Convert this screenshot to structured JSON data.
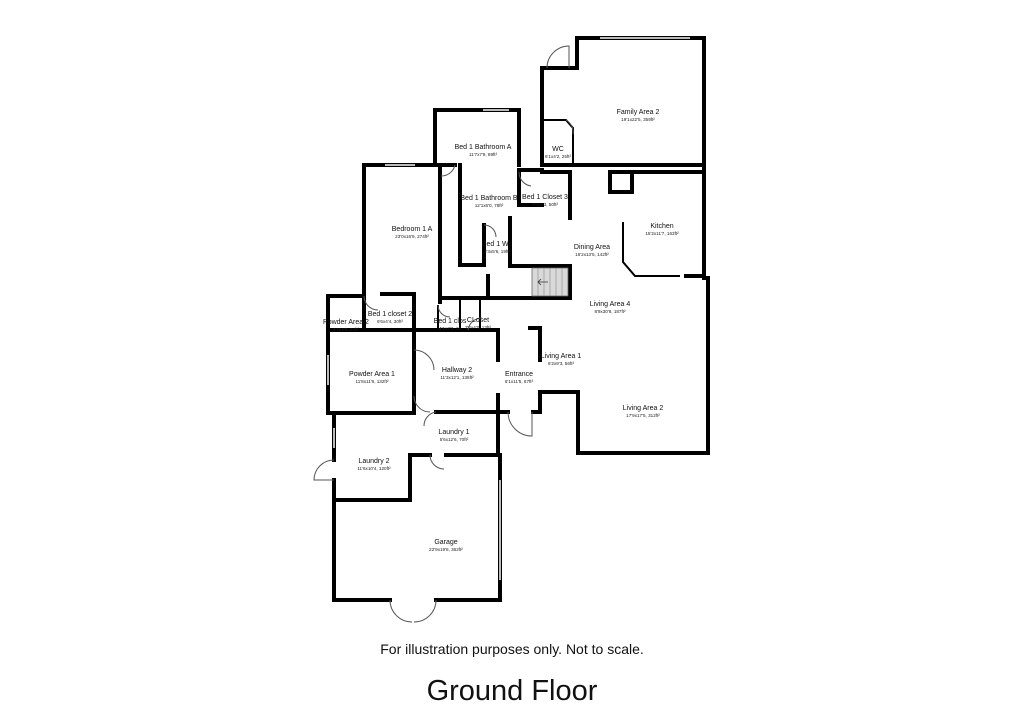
{
  "rooms": [
    {
      "name": "Family Area 2",
      "dims": "19'1x22'5, 359ft²"
    },
    {
      "name": "WC",
      "dims": "6'1x4'2, 25ft²"
    },
    {
      "name": "Bed 1 Bathroom A",
      "dims": "11'7x7'9, 89ft²"
    },
    {
      "name": "Bed 1 Bathroom B",
      "dims": "12'1x6'0, 78ft²"
    },
    {
      "name": "Bed 1 Closet 3",
      "dims": "7'0x7'3, 50ft²"
    },
    {
      "name": "Bedroom 1 A",
      "dims": "23'0x16'9, 274ft²"
    },
    {
      "name": "Bed 1 Wc",
      "dims": "3'3x5'6, 19ft²"
    },
    {
      "name": "Dining Area",
      "dims": "16'2x13'5, 142ft²"
    },
    {
      "name": "Kitchen",
      "dims": "15'2x11'7, 163ft²"
    },
    {
      "name": "Living Area 4",
      "dims": "8'9x30'6, 187ft²"
    },
    {
      "name": "Powder Area 2",
      "dims": "4'7x4'8, 22ft²"
    },
    {
      "name": "Bed 1 closet 2",
      "dims": "6'6x4'4, 30ft²"
    },
    {
      "name": "Bed 1 clos",
      "dims": "4'1x3'3, 13"
    },
    {
      "name": "CLoset",
      "dims": "3'2x4'0, 13ft²"
    },
    {
      "name": "Living Area 1",
      "dims": "6'2x9'3, 56ft²"
    },
    {
      "name": "Powder Area 1",
      "dims": "11'8x11'6, 132ft²"
    },
    {
      "name": "Hallway 2",
      "dims": "11'3x12'1, 135ft²"
    },
    {
      "name": "Entrance",
      "dims": "6'1x11'5, 67ft²"
    },
    {
      "name": "Living Area 2",
      "dims": "17'9x17'5, 312ft²"
    },
    {
      "name": "Laundry 1",
      "dims": "5'6x12'6, 70ft²"
    },
    {
      "name": "Laundry 2",
      "dims": "11'6x10'4, 120ft²"
    },
    {
      "name": "Garage",
      "dims": "22'9x19'8, 362ft²"
    }
  ],
  "footer_note": "For illustration purposes only. Not to scale.",
  "floor_title": "Ground Floor"
}
